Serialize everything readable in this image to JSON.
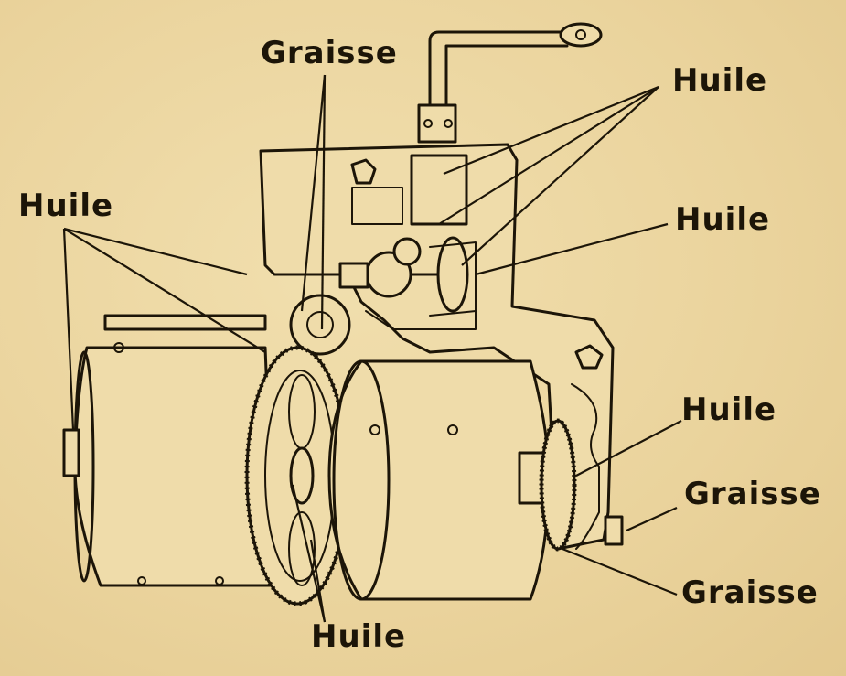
{
  "labels": {
    "graisse_top": "Graisse",
    "huile_top_right": "Huile",
    "huile_left": "Huile",
    "huile_mid_right": "Huile",
    "huile_right": "Huile",
    "graisse_right": "Graisse",
    "graisse_bottom_right": "Graisse",
    "huile_bottom": "Huile"
  },
  "colors": {
    "paper": "#ecd7a3",
    "ink": "#1c1508"
  }
}
